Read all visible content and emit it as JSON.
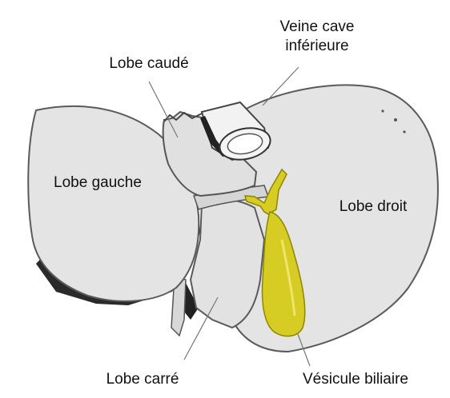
{
  "diagram": {
    "labels": {
      "vena_cava_line1": "Veine cave",
      "vena_cava_line2": "inférieure",
      "caudate": "Lobe caudé",
      "left": "Lobe gauche",
      "right": "Lobe droit",
      "quadrate": "Lobe carré",
      "gallbladder": "Vésicule biliaire"
    },
    "colors": {
      "liver_fill": "#e4e4e4",
      "liver_stroke": "#5a5a5a",
      "shadow": "#1e1e1e",
      "gallbladder_fill": "#d7cc24",
      "gallbladder_stroke": "#8f8600",
      "vessel_fill": "#f4f4f4"
    }
  }
}
